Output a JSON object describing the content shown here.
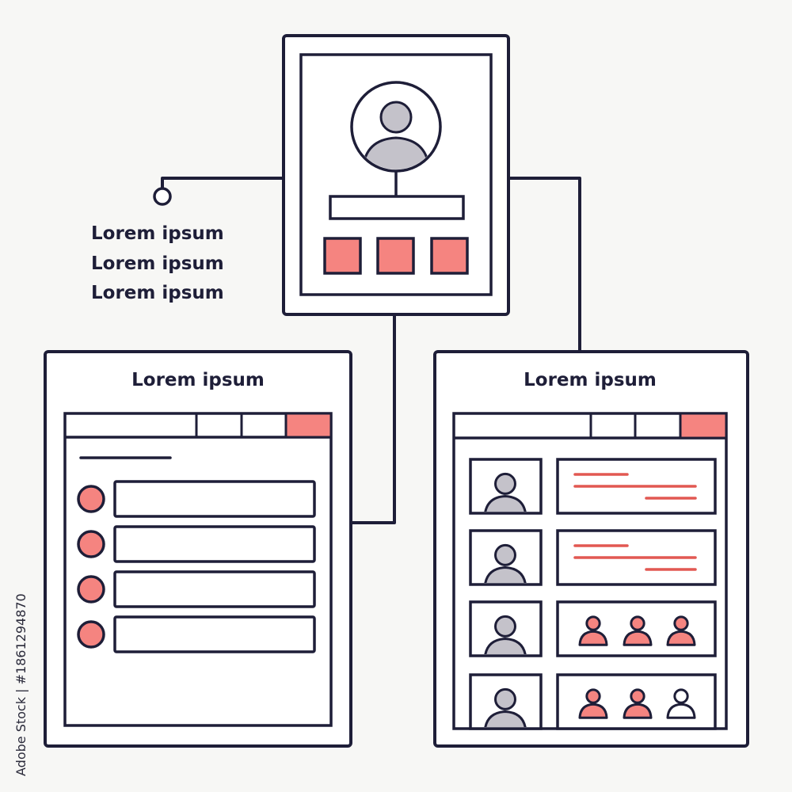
{
  "colors": {
    "ink": "#1e1e38",
    "accent": "#f58480",
    "accent_line": "#e25852",
    "avatar_fill": "#c4c2ca",
    "paper": "#ffffff",
    "background": "#f7f7f5"
  },
  "profile_screen": {
    "icon": "user-avatar-icon",
    "action_count": 3
  },
  "callout": {
    "lines": [
      "Lorem ipsum",
      "Lorem ipsum",
      "Lorem ipsum"
    ]
  },
  "left_screen": {
    "title": "Lorem ipsum",
    "list_item_count": 4
  },
  "right_screen": {
    "title": "Lorem ipsum",
    "rows": [
      {
        "avatar": "user-icon",
        "content": "text-lines"
      },
      {
        "avatar": "user-icon",
        "content": "text-lines"
      },
      {
        "avatar": "user-icon",
        "content": "people-icons"
      },
      {
        "avatar": "user-icon",
        "content": "people-icons"
      }
    ]
  },
  "watermark": {
    "side_text": "Adobe Stock | #1861294870"
  }
}
